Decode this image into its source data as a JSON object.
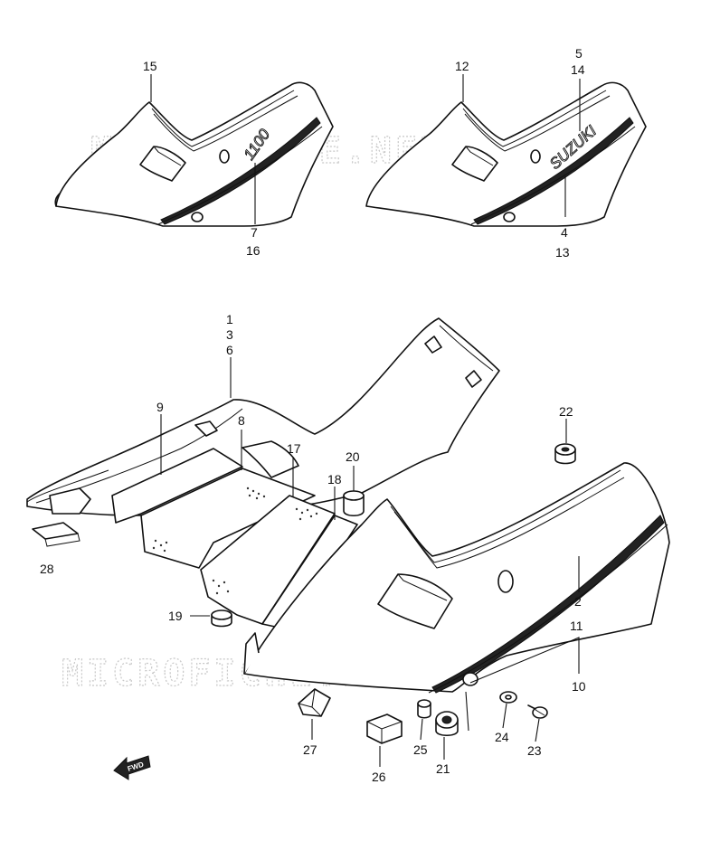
{
  "watermark": {
    "text": "MICROFICHE.NET"
  },
  "emblems": {
    "model": "1100",
    "brand": "SUZUKI"
  },
  "direction_marker": "FWD",
  "callouts": {
    "left_cover_top": "15",
    "left_cover_stripe_a": "7",
    "left_cover_stripe_b": "16",
    "right_cover_top": "12",
    "right_cover_emblem_a": "5",
    "right_cover_emblem_b": "14",
    "right_cover_stripe_a": "4",
    "right_cover_stripe_b": "13",
    "frame_cover_a": "1",
    "frame_cover_b": "3",
    "frame_cover_c": "6",
    "pad_9": "9",
    "pad_8": "8",
    "pad_17": "17",
    "pad_18": "18",
    "grommet_20": "20",
    "grommet_22": "22",
    "grommet_19": "19",
    "clip_28": "28",
    "lower_cover_a": "2",
    "lower_cover_b": "11",
    "lower_cover_c": "10",
    "cushion_27": "27",
    "cushion_26": "26",
    "collar_25": "25",
    "grommet_21": "21",
    "washer_24": "24",
    "screw_23": "23"
  }
}
